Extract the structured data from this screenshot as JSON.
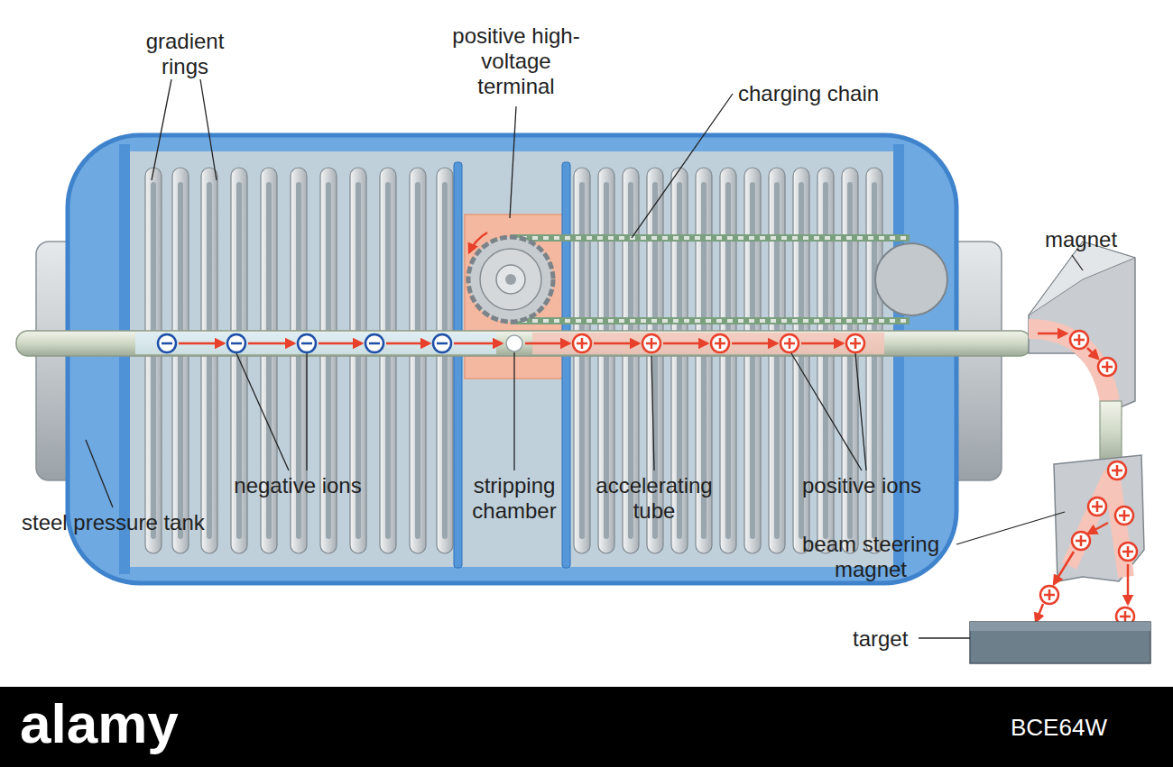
{
  "diagram": {
    "labels": [
      "gradient rings",
      "positive high-voltage terminal",
      "charging chain",
      "magnet",
      "negative ions",
      "stripping chamber",
      "accelerating tube",
      "positive ions",
      "steel pressure tank",
      "beam steering magnet",
      "target",
      "alamy",
      "BCE64W"
    ]
  }
}
